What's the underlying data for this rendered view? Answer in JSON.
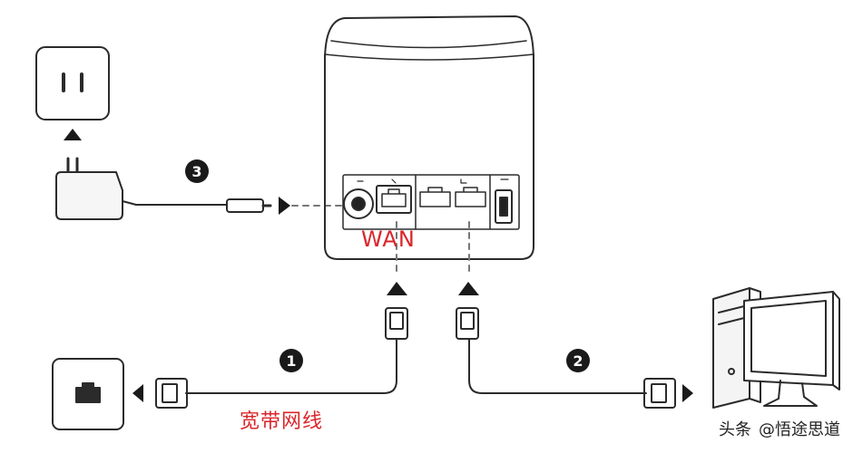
{
  "labels": {
    "wan": "WAN",
    "broadband_cable": "宽带网线"
  },
  "steps": [
    "1",
    "2",
    "3"
  ],
  "watermark": {
    "source": "头条",
    "account": "@悟途思道"
  },
  "colors": {
    "line": "#2b2b2b",
    "label_red": "#d9262b",
    "step_badge": "#1a1a1a"
  },
  "icons": [
    "power-socket-icon",
    "power-adapter-icon",
    "router-icon",
    "wall-lan-port-icon",
    "desktop-computer-icon",
    "rj45-plug-icon"
  ]
}
